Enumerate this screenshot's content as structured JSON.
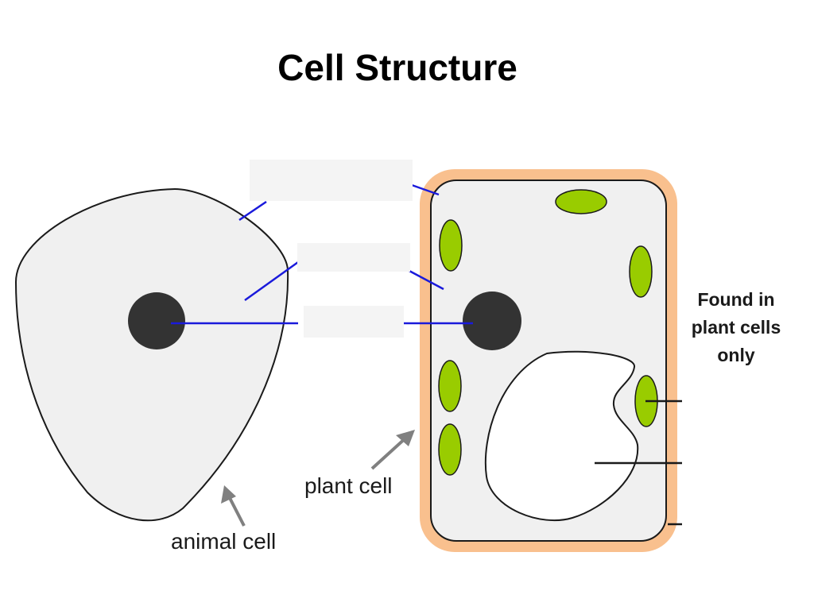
{
  "title": "Cell Structure",
  "labels": {
    "animal_cell": "animal cell",
    "plant_cell": "plant cell"
  },
  "note": {
    "lines": [
      "Found in",
      "plant cells",
      "only"
    ]
  },
  "colors": {
    "cell_fill": "#f0f0f0",
    "cell_outline": "#1a1a1a",
    "cell_wall": "#f9c08e",
    "nucleus": "#333333",
    "chloroplast": "#99cc00",
    "vacuole": "#ffffff",
    "label_line": "#1a1adb",
    "arrow": "#808080",
    "label_box": "#f4f4f4"
  }
}
